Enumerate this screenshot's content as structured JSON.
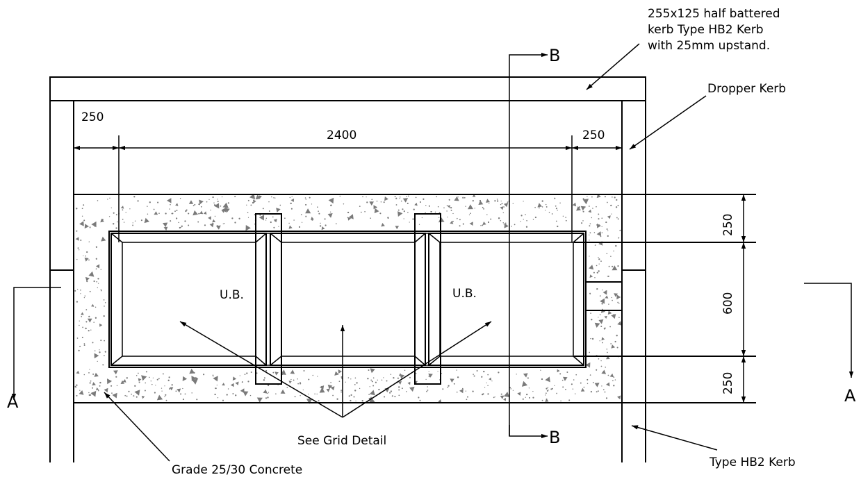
{
  "dimensions": {
    "left_kerb_width": "250",
    "overall_width": "2400",
    "right_kerb_width": "250",
    "top_band": "250",
    "grating_depth": "600",
    "bottom_band": "250"
  },
  "section_markers": {
    "section_a_left": "A",
    "section_a_right": "A",
    "section_b_top": "B",
    "section_b_bottom": "B"
  },
  "frame_labels": {
    "left_grating": "U.B.",
    "right_grating": "U.B."
  },
  "callouts": {
    "kerb_note_line1": "255x125 half battered",
    "kerb_note_line2": "kerb Type HB2 Kerb",
    "kerb_note_line3": "with 25mm upstand.",
    "dropper_kerb": "Dropper Kerb",
    "grid_detail": "See Grid Detail",
    "concrete": "Grade 25/30 Concrete",
    "type_hb2_kerb": "Type HB2 Kerb"
  }
}
